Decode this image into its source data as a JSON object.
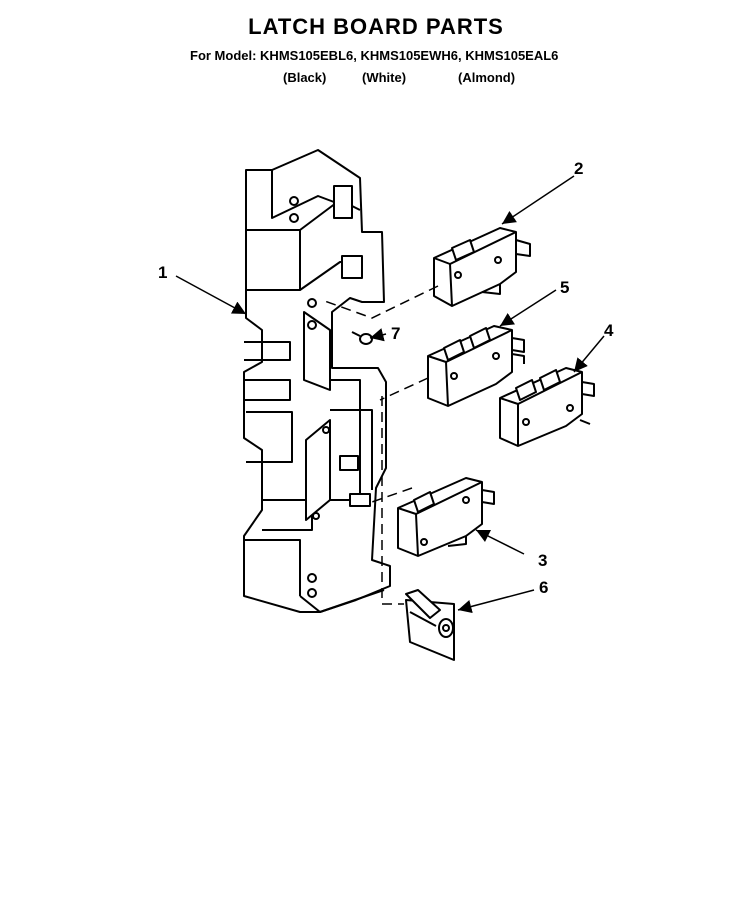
{
  "header": {
    "title": "LATCH BOARD PARTS",
    "model_line": "For Model: KHMS105EBL6, KHMS105EWH6, KHMS105EAL6",
    "colors": [
      "(Black)",
      "(White)",
      "(Almond)"
    ]
  },
  "callouts": [
    "1",
    "2",
    "3",
    "4",
    "5",
    "6",
    "7"
  ]
}
